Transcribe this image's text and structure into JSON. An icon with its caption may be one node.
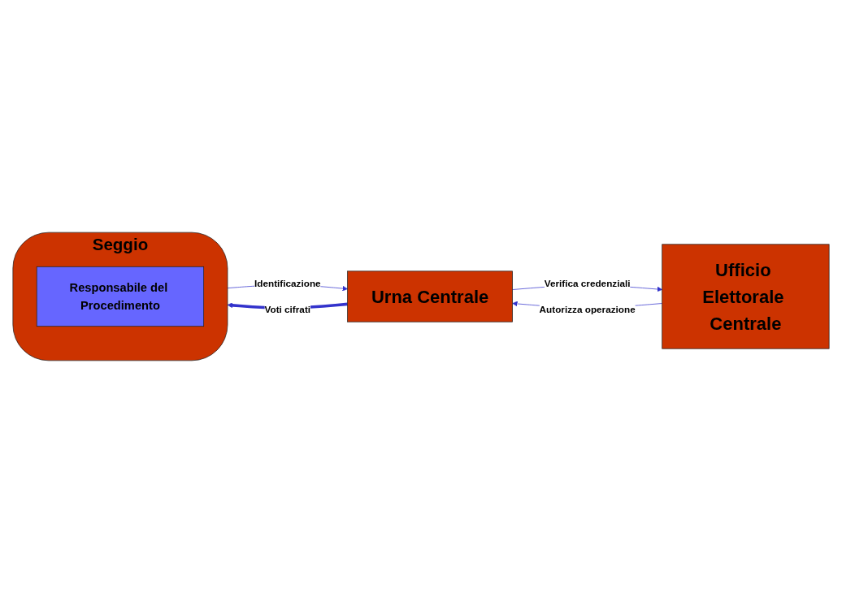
{
  "diagram": {
    "nodes": [
      {
        "text": [
          "Ufficio Elettorale Centrale"
        ]
      },
      {
        "text": [
          "Urna Centrale"
        ]
      },
      {
        "text": [
          "Seggio"
        ]
      },
      {
        "text": [
          "Responsabile del Procedimento"
        ],
        "in": 2
      }
    ],
    "edges": [
      {
        "from": 0,
        "to": 1,
        "arrow": "to",
        "label": "Autorizza operazione"
      },
      {
        "from": 1,
        "to": 0,
        "arrow": "to",
        "label": "Verifica credenziali"
      },
      {
        "from": 2,
        "to": 1,
        "arrow": "to",
        "label": "Identificazione"
      },
      {
        "from": 1,
        "to": 2,
        "arrow": "to",
        "label": "Voti cifrati",
        "style": "thick"
      }
    ]
  }
}
